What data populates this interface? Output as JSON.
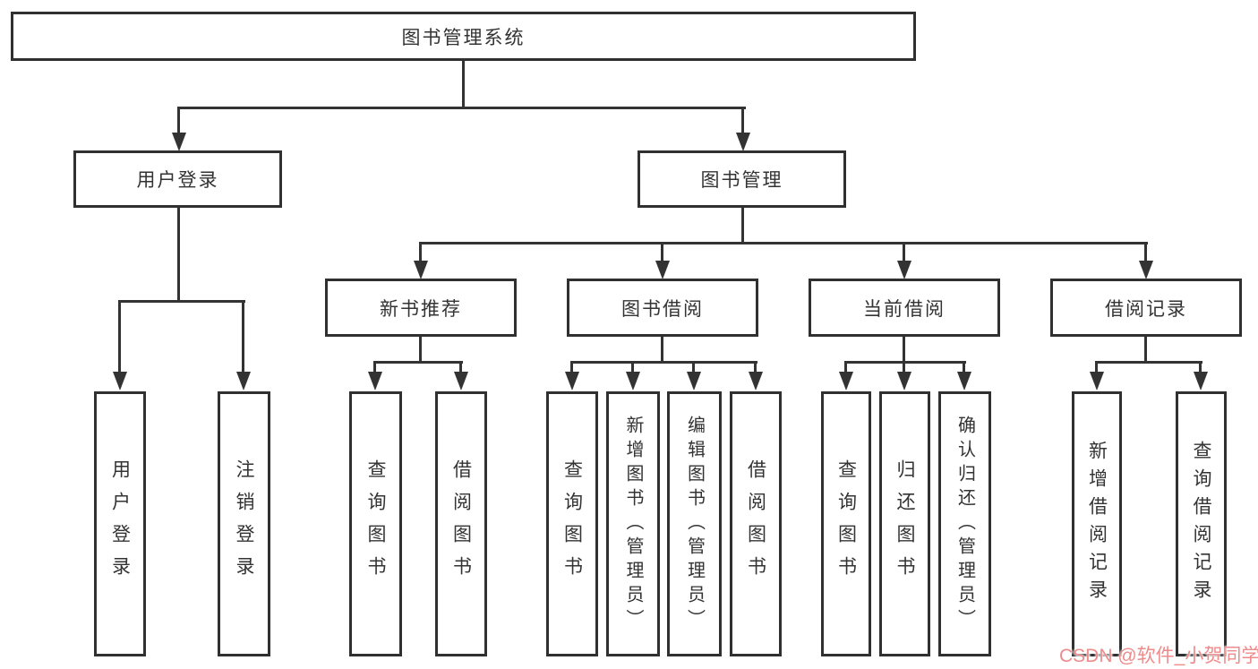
{
  "tree": {
    "label": "图书管理系统",
    "children": [
      {
        "label": "用户登录",
        "children": [
          {
            "label": "用户登录"
          },
          {
            "label": "注销登录"
          }
        ]
      },
      {
        "label": "图书管理",
        "children": [
          {
            "label": "新书推荐",
            "children": [
              {
                "label": "查询图书"
              },
              {
                "label": "借阅图书"
              }
            ]
          },
          {
            "label": "图书借阅",
            "children": [
              {
                "label": "查询图书"
              },
              {
                "label": "新增图书（管理员）"
              },
              {
                "label": "编辑图书（管理员）"
              },
              {
                "label": "借阅图书"
              }
            ]
          },
          {
            "label": "当前借阅",
            "children": [
              {
                "label": "查询图书"
              },
              {
                "label": "归还图书"
              },
              {
                "label": "确认归还（管理员）"
              }
            ]
          },
          {
            "label": "借阅记录",
            "children": [
              {
                "label": "新增借阅记录"
              },
              {
                "label": "查询借阅记录"
              }
            ]
          }
        ]
      }
    ]
  },
  "watermark": {
    "text": "CSDN @软件_小贺同学"
  },
  "colors": {
    "background": "#ffffff",
    "box_border": "#303030",
    "line": "#333333",
    "text": "#333333",
    "watermark": "#ee8b8b"
  }
}
